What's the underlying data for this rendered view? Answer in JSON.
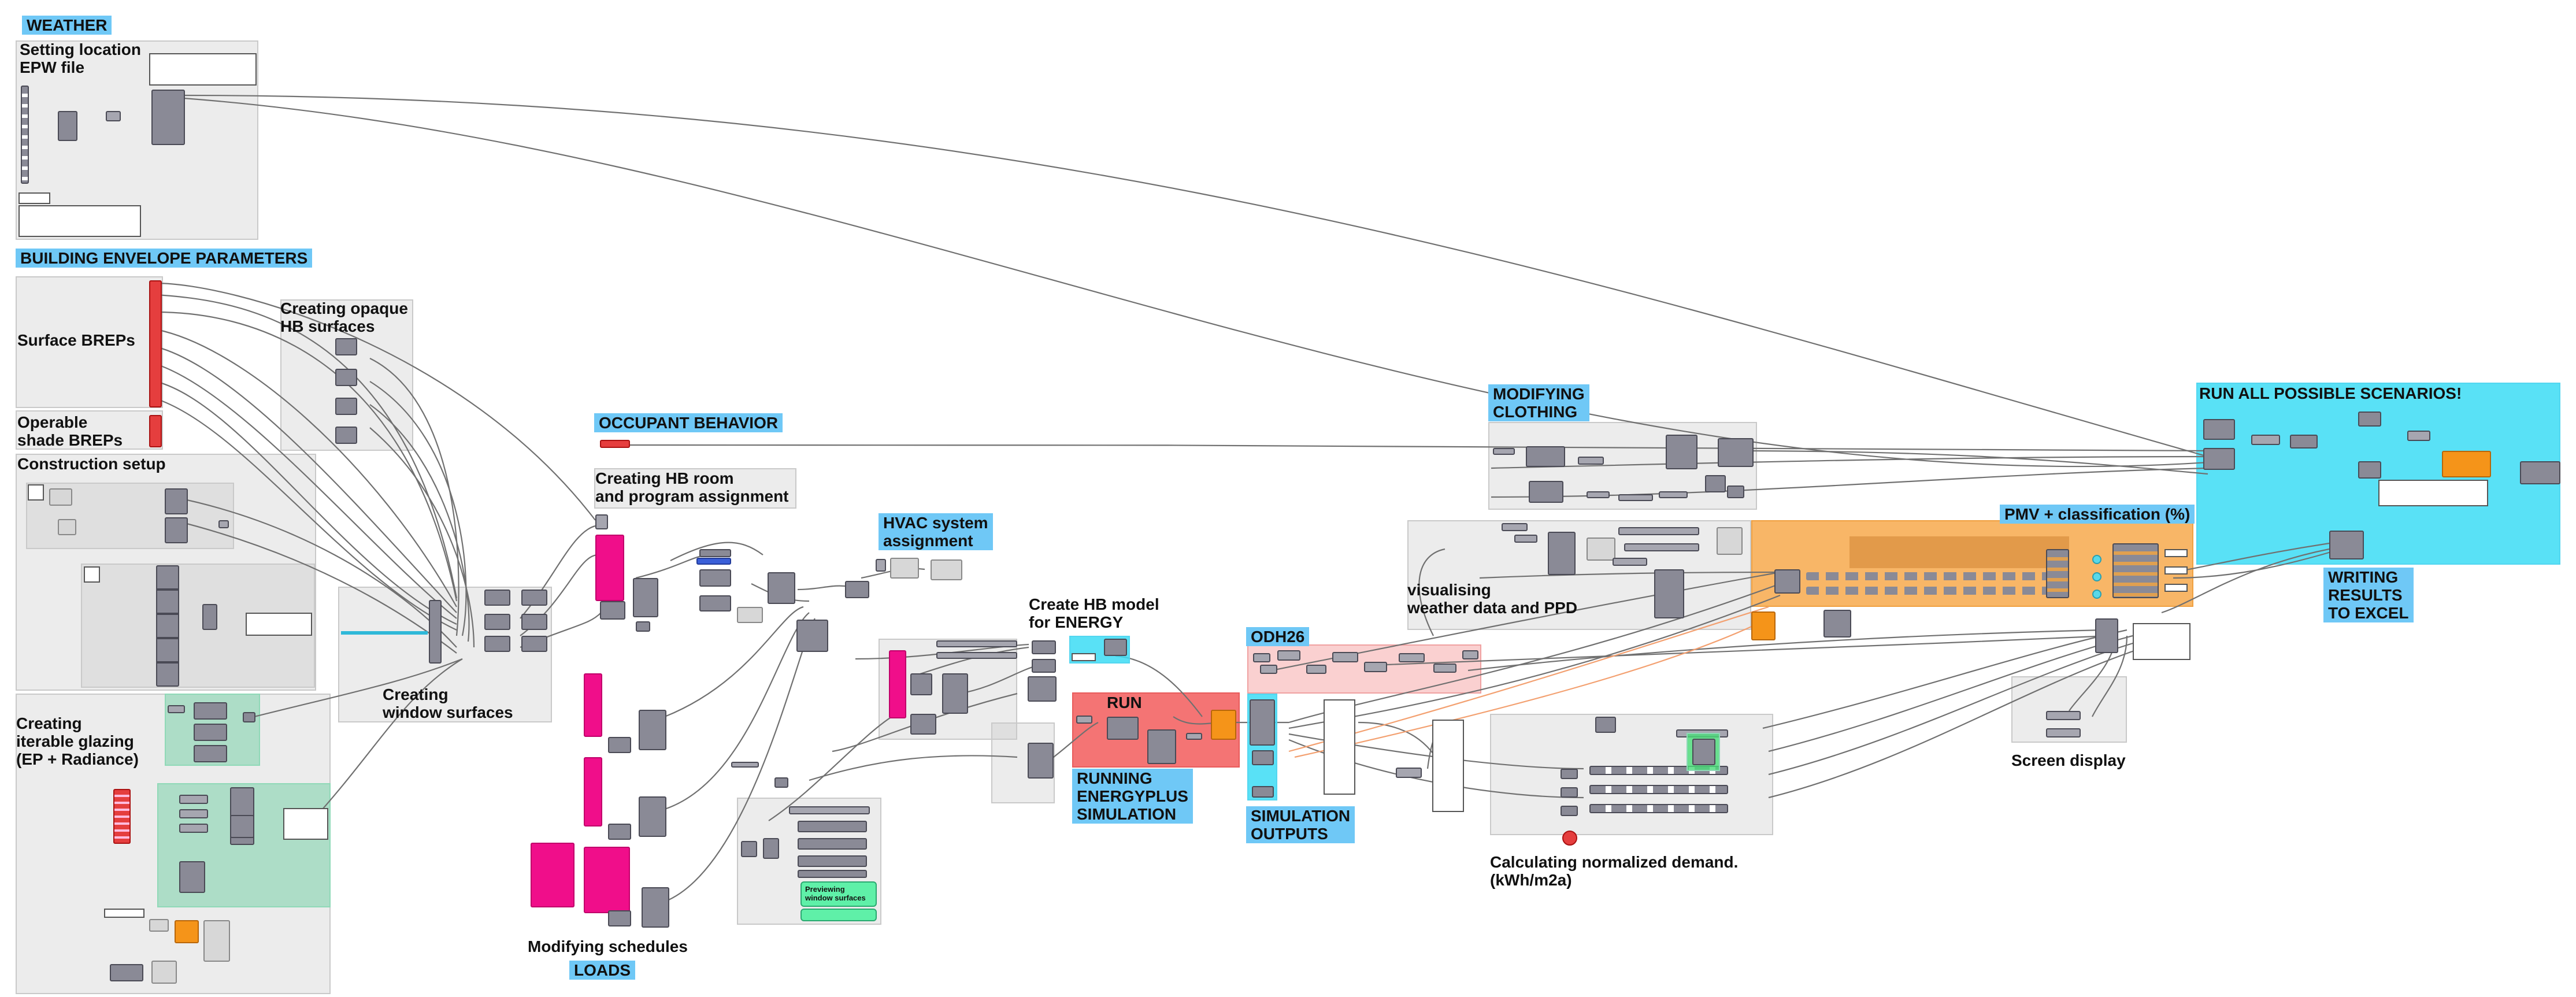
{
  "tags": {
    "weather": "WEATHER",
    "building_envelope": "BUILDING ENVELOPE PARAMETERS",
    "occupant_behavior": "OCCUPANT BEHAVIOR",
    "hvac": "HVAC system\nassignment",
    "loads": "LOADS",
    "running_sim": "RUNNING\nENERGYPLUS\nSIMULATION",
    "odh26": "ODH26",
    "sim_outputs": "SIMULATION\nOUTPUTS",
    "modifying_clothing": "MODIFYING\nCLOTHING",
    "pmv": "PMV + classification (%)",
    "writing_results": "WRITING\nRESULTS\nTO EXCEL"
  },
  "labels": {
    "setting_location": "Setting location\nEPW file",
    "surface_breps": "Surface BREPs",
    "operable_shade": "Operable\nshade BREPs",
    "construction_setup": "Construction setup",
    "creating_opaque": "Creating opaque\nHB surfaces",
    "creating_glazing": "Creating\niterable glazing\n(EP + Radiance)",
    "creating_window": "Creating\nwindow surfaces",
    "creating_hb_room": "Creating HB room\nand program assignment",
    "modifying_schedules": "Modifying schedules",
    "create_hb_model": "Create HB model\nfor ENERGY",
    "run": "RUN",
    "visualising": "visualising\nweather data and PPD",
    "calculating_normalized": "Calculating normalized demand.\n(kWh/m2a)",
    "screen_display": "Screen display",
    "run_all": "RUN ALL POSSIBLE SCENARIOS!",
    "previewing": "Previewing\nwindow surfaces"
  },
  "colors": {
    "tag_blue": "#6fc8f6",
    "group_red": "#f04646",
    "group_orange": "#f59e34",
    "group_cyan": "#3cdcf5",
    "group_green": "#48c48c",
    "node_magenta": "#f00e8a"
  }
}
